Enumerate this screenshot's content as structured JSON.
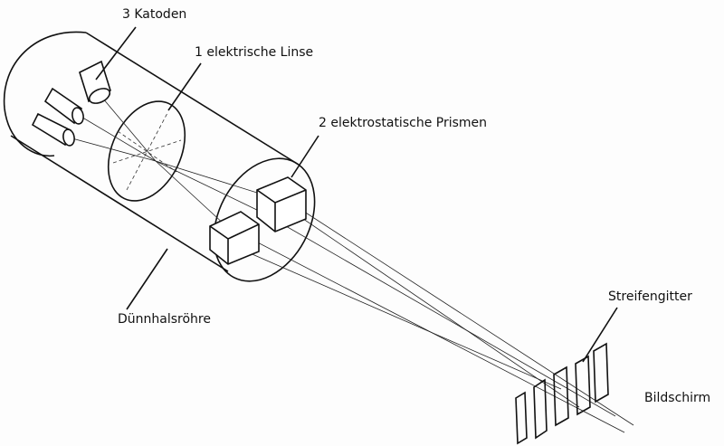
{
  "labels": {
    "cathodes": "3 Katoden",
    "lens": "1 elektrische Linse",
    "prisms": "2 elektrostatische Prismen",
    "tube": "Dünnhalsröhre",
    "grid": "Streifengitter",
    "screen": "Bildschirm"
  }
}
